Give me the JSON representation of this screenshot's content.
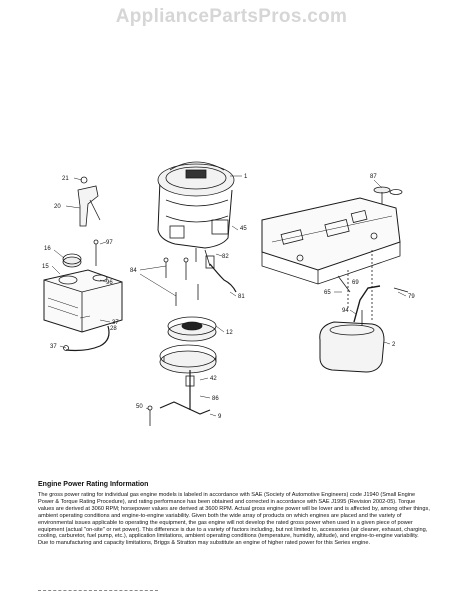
{
  "watermark": "AppliancePartsPros.com",
  "callouts": {
    "c1": "1",
    "c2": "2",
    "c9": "9",
    "c12": "12",
    "c15": "15",
    "c16": "16",
    "c20": "20",
    "c21": "21",
    "c28": "28",
    "c37a": "37",
    "c37b": "37",
    "c42": "42",
    "c45": "45",
    "c50": "50",
    "c65": "65",
    "c69": "69",
    "c79": "79",
    "c81": "81",
    "c82": "82",
    "c84": "84",
    "c86": "86",
    "c87": "87",
    "c94": "94",
    "c96": "96",
    "c97": "97"
  },
  "rating": {
    "heading": "Engine Power Rating Information",
    "body": "The gross power rating for individual gas engine models is labeled in accordance with SAE (Society of Automotive Engineers) code J1940 (Small Engine Power & Torque Rating Procedure), and rating performance has been obtained and corrected in accordance with SAE J1995 (Revision 2002-05). Torque values are derived at 3060 RPM; horsepower values are derived at 3600 RPM. Actual gross engine power will be lower and is affected by, among other things, ambient operating conditions and engine-to-engine variability. Given both the wide array of products on which engines are placed and the variety of environmental issues applicable to operating the equipment, the gas engine will not develop the rated gross power when used in a given piece of power equipment (actual \"on-site\" or net power). This difference is due to a variety of factors including, but not limited to, accessories (air cleaner, exhaust, charging, cooling, carburetor, fuel pump, etc.), application limitations, ambient operating conditions (temperature, humidity, altitude), and engine-to-engine variability. Due to manufacturing and capacity limitations, Briggs & Stratton may substitute an engine of higher rated power for this Series engine."
  }
}
